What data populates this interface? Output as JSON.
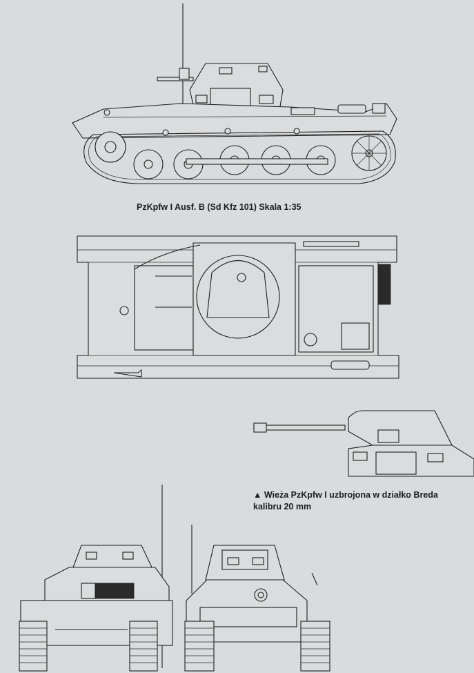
{
  "captions": {
    "side_view": "PzKpfw I Ausf. B (Sd Kfz 101) Skala 1:35",
    "turret_breda_line1": "▲ Wieża PzKpfw I uzbrojona w działko Breda",
    "turret_breda_line2": "kalibru 20 mm"
  },
  "colors": {
    "background": "#d9dcde",
    "ink": "#1e1e1e"
  },
  "views": [
    "side-view",
    "top-view",
    "turret-breda-view",
    "rear-view",
    "front-view"
  ]
}
